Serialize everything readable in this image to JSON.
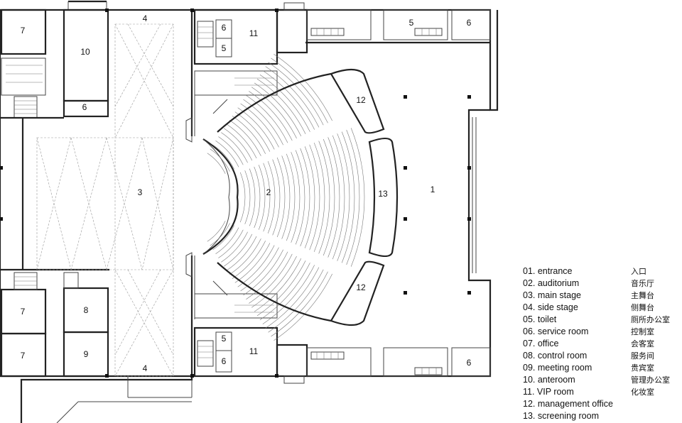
{
  "plan": {
    "room_numbers": {
      "r1": "1",
      "r2": "2",
      "r3": "3",
      "r4_top": "4",
      "r4_bottom": "4",
      "r5_tr": "5",
      "r5_tl": "5",
      "r5_bl": "5",
      "r6_tr": "6",
      "r6_tl": "6",
      "r6_left": "6",
      "r6_bl": "6",
      "r6_br": "6",
      "r7_a": "7",
      "r7_b": "7",
      "r7_c": "7",
      "r8": "8",
      "r9": "9",
      "r10": "10",
      "r11_top": "11",
      "r11_bottom": "11",
      "r12_top": "12",
      "r12_bottom": "12",
      "r13": "13"
    }
  },
  "legend": [
    {
      "en": "01. entrance",
      "zh": "入口"
    },
    {
      "en": "02. auditorium",
      "zh": "音乐厅"
    },
    {
      "en": "03. main stage",
      "zh": "主舞台"
    },
    {
      "en": "04. side stage",
      "zh": "侧舞台"
    },
    {
      "en": "05. toilet",
      "zh": "厕所办公室"
    },
    {
      "en": "06. service room",
      "zh": "控制室"
    },
    {
      "en": "07. office",
      "zh": "会客室"
    },
    {
      "en": "08. control room",
      "zh": "服务间"
    },
    {
      "en": "09. meeting room",
      "zh": "贵宾室"
    },
    {
      "en": "10. anteroom",
      "zh": "管理办公室"
    },
    {
      "en": "11. VIP room",
      "zh": "化妆室"
    },
    {
      "en": "12. management office",
      "zh": ""
    },
    {
      "en": "13. screening room",
      "zh": ""
    }
  ]
}
